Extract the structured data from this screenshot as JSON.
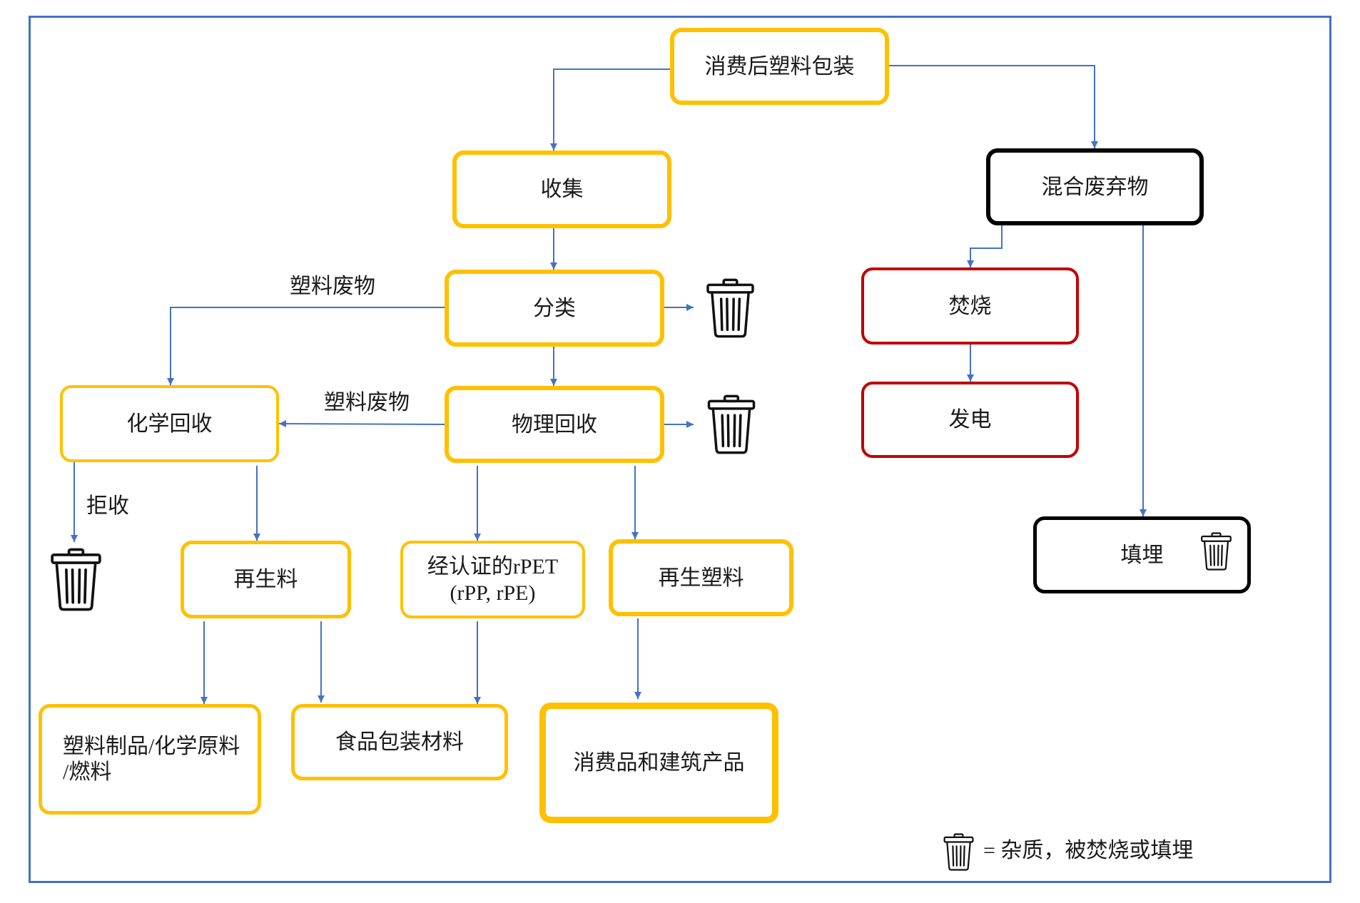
{
  "diagram": {
    "nodes": {
      "post_consumer_packaging": "消费后塑料包装",
      "collection": "收集",
      "mixed_waste": "混合废弃物",
      "sorting": "分类",
      "incineration": "焚烧",
      "power_generation": "发电",
      "chemical_recycling": "化学回收",
      "physical_recycling": "物理回收",
      "recycled_material": "再生料",
      "certified_rpet": [
        "经认证的rPET",
        "(rPP, rPE)"
      ],
      "recycled_plastic": "再生塑料",
      "landfill": "填埋",
      "plastic_products": [
        "塑料制品/化学原料",
        "/燃料"
      ],
      "food_packaging": "食品包装材料",
      "consumer_and_construction": "消费品和建筑产品"
    },
    "edge_labels": {
      "sorting_to_chemical": "塑料废物",
      "physical_to_chemical": "塑料废物",
      "chemical_rejected": "拒收"
    },
    "legend": {
      "icon": "trash-icon",
      "text": "= 杂质，被焚烧或填埋"
    },
    "colors": {
      "recycling_path_border": "#FFC000",
      "energy_recovery_border": "#C00000",
      "mixed_waste_border": "#000000",
      "arrow": "#4472C4",
      "frame": "#4472C4"
    }
  }
}
